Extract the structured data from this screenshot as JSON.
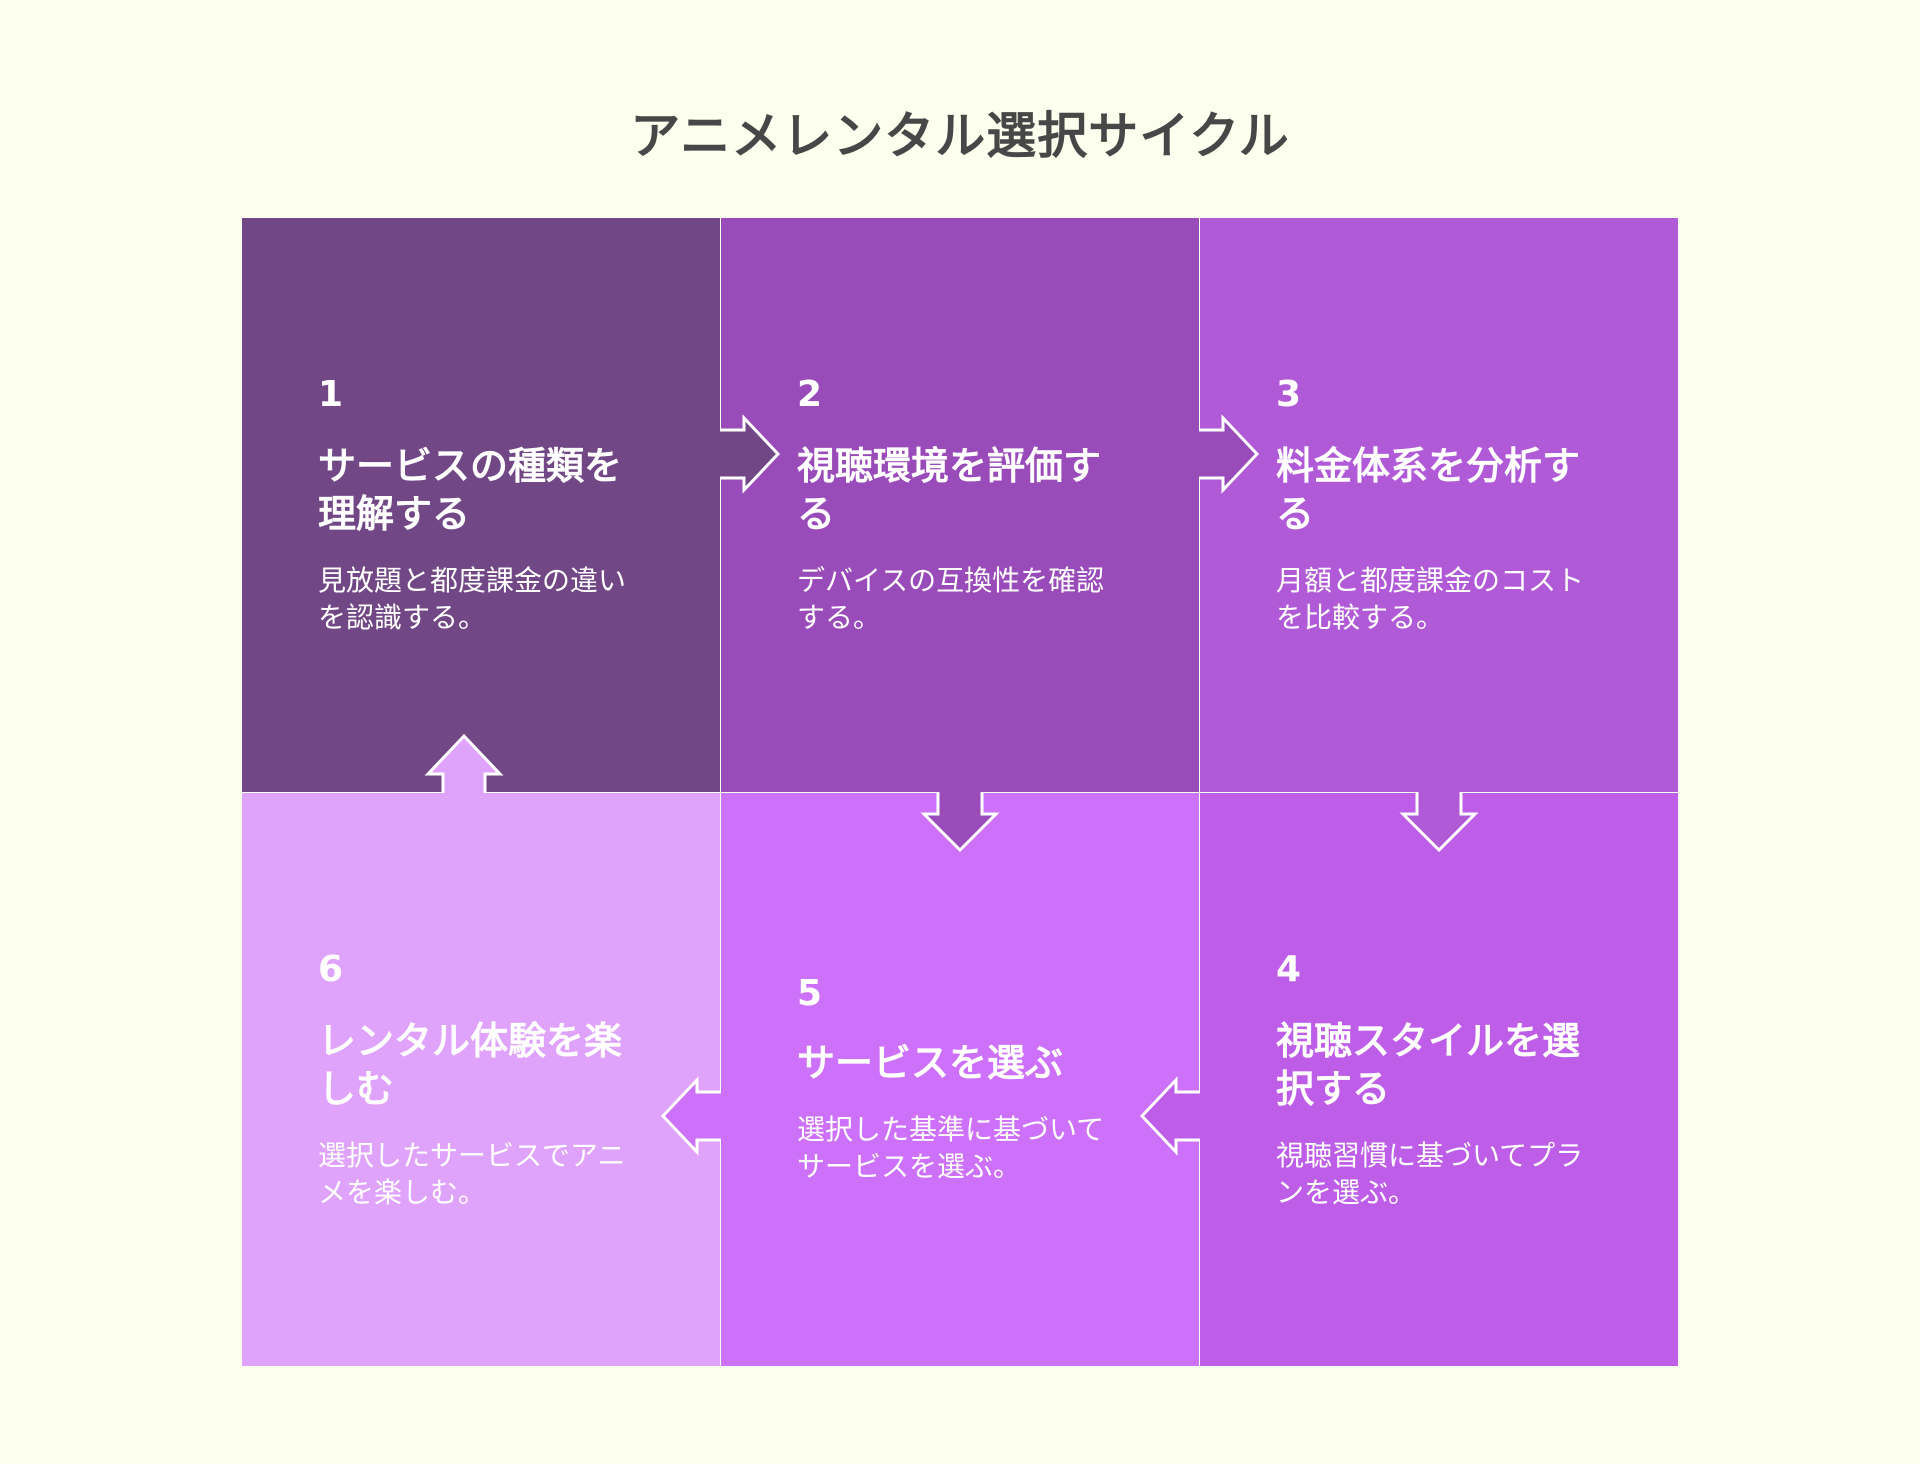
{
  "title": "アニメレンタル選択サイクル",
  "colors": {
    "background": "#fcfeee",
    "title": "#474747",
    "divider": "#ffffff"
  },
  "steps": [
    {
      "number": "1",
      "heading": "サービスの種類を理解する",
      "description": "見放題と都度課金の違いを認識する。",
      "color": "#714785"
    },
    {
      "number": "2",
      "heading": "視聴環境を評価する",
      "description": "デバイスの互換性を確認する。",
      "color": "#994bba"
    },
    {
      "number": "3",
      "heading": "料金体系を分析する",
      "description": "月額と都度課金のコストを比較する。",
      "color": "#b05ad7"
    },
    {
      "number": "4",
      "heading": "視聴スタイルを選択する",
      "description": "視聴習慣に基づいてプランを選ぶ。",
      "color": "#be5ee8"
    },
    {
      "number": "5",
      "heading": "サービスを選ぶ",
      "description": "選択した基準に基づいてサービスを選ぶ。",
      "color": "#cd70fa"
    },
    {
      "number": "6",
      "heading": "レンタル体験を楽しむ",
      "description": "選択したサービスでアニメを楽しむ。",
      "color": "#e0a3fc"
    }
  ]
}
